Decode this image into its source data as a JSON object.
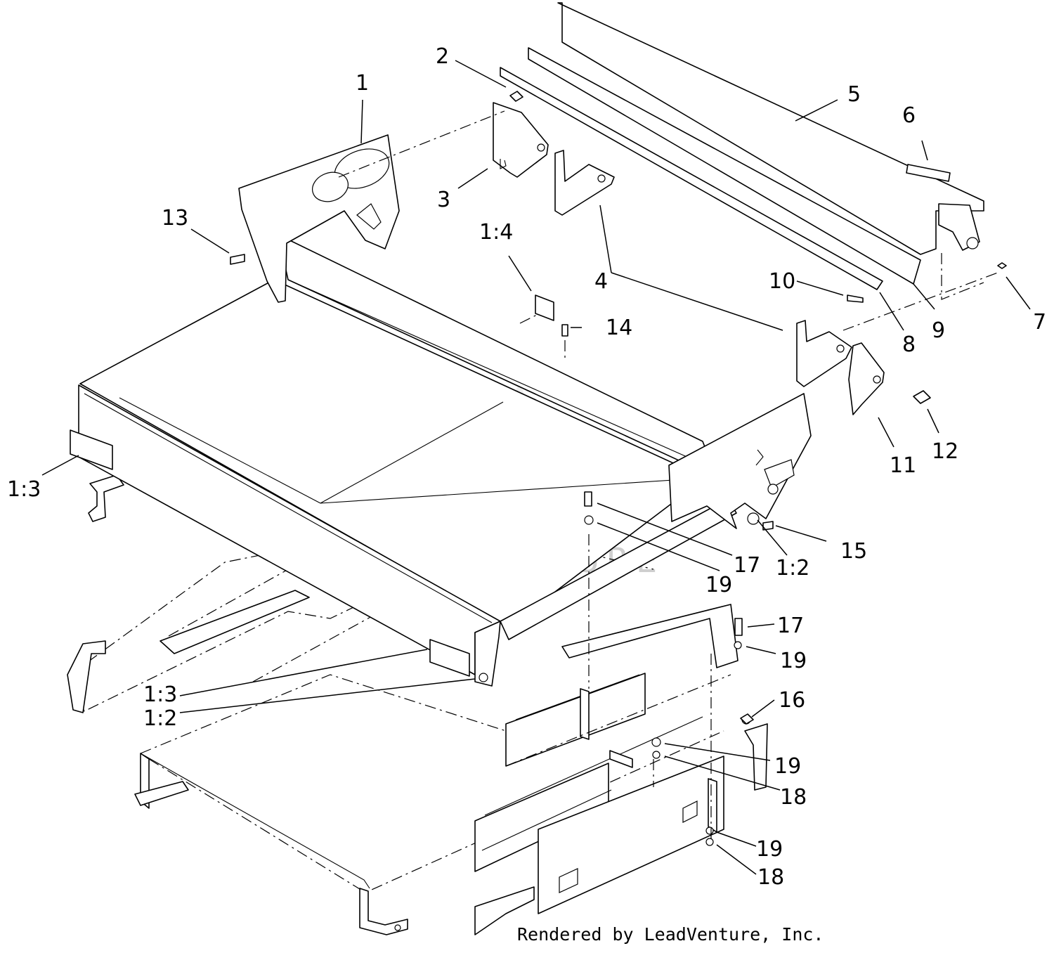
{
  "watermark": "LEADVENTURE",
  "credit": "Rendered by LeadVenture, Inc.",
  "callouts": [
    {
      "id": "c1",
      "text": "1"
    },
    {
      "id": "c2",
      "text": "2"
    },
    {
      "id": "c3",
      "text": "3"
    },
    {
      "id": "c4",
      "text": "4"
    },
    {
      "id": "c5",
      "text": "5"
    },
    {
      "id": "c6",
      "text": "6"
    },
    {
      "id": "c7",
      "text": "7"
    },
    {
      "id": "c8",
      "text": "8"
    },
    {
      "id": "c9",
      "text": "9"
    },
    {
      "id": "c10",
      "text": "10"
    },
    {
      "id": "c11",
      "text": "11"
    },
    {
      "id": "c12",
      "text": "12"
    },
    {
      "id": "c13",
      "text": "13"
    },
    {
      "id": "c14",
      "text": "14"
    },
    {
      "id": "c15",
      "text": "15"
    },
    {
      "id": "c16",
      "text": "16"
    },
    {
      "id": "c17a",
      "text": "17"
    },
    {
      "id": "c17b",
      "text": "17"
    },
    {
      "id": "c18a",
      "text": "18"
    },
    {
      "id": "c18b",
      "text": "18"
    },
    {
      "id": "c19a",
      "text": "19"
    },
    {
      "id": "c19b",
      "text": "19"
    },
    {
      "id": "c19c",
      "text": "19"
    },
    {
      "id": "c19d",
      "text": "19"
    },
    {
      "id": "c1-2a",
      "text": "1:2"
    },
    {
      "id": "c1-2b",
      "text": "1:2"
    },
    {
      "id": "c1-3a",
      "text": "1:3"
    },
    {
      "id": "c1-3b",
      "text": "1:3"
    },
    {
      "id": "c1-4",
      "text": "1:4"
    }
  ]
}
